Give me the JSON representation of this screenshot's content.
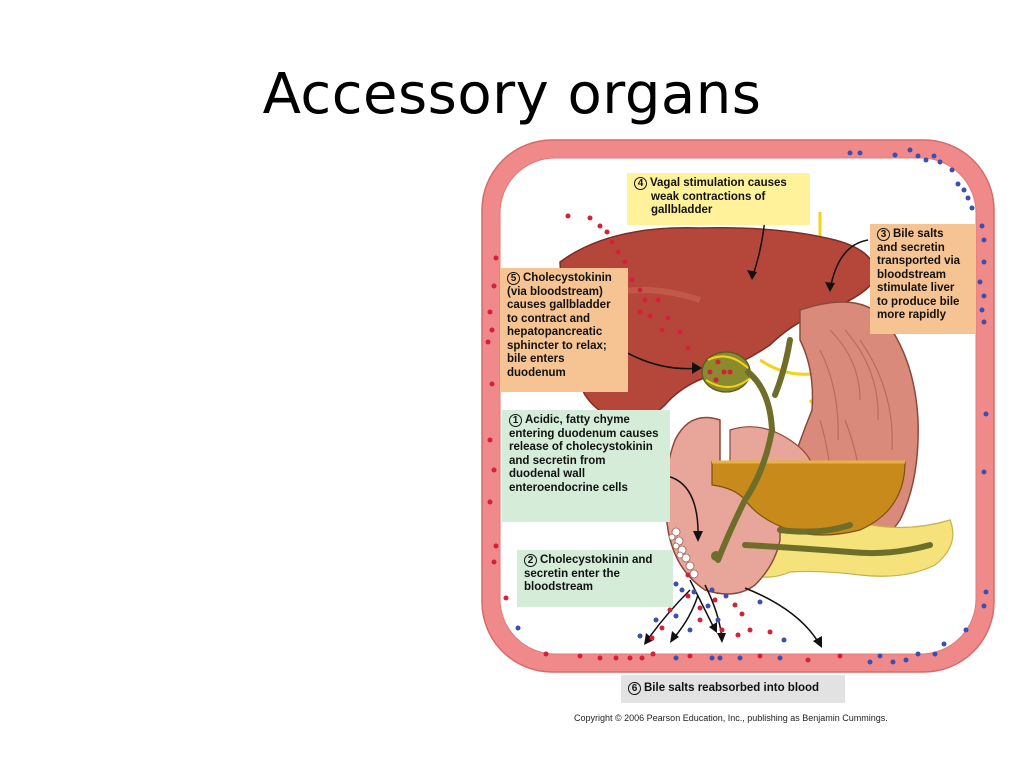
{
  "slide": {
    "title": "Accessory organs"
  },
  "steps": [
    {
      "number": "1",
      "lines": [
        "Acidic, fatty chyme",
        "entering duodenum causes",
        "release of cholecystokinin",
        "and secretin from",
        "duodenal wall",
        "enteroendocrine cells"
      ]
    },
    {
      "number": "2",
      "lines": [
        "Cholecystokinin and",
        "secretin enter the",
        "bloodstream"
      ]
    },
    {
      "number": "3",
      "lines": [
        "Bile salts",
        "and secretin",
        "transported via",
        "bloodstream",
        "stimulate liver",
        "to produce bile",
        "more rapidly"
      ]
    },
    {
      "number": "4",
      "lines": [
        "Vagal stimulation causes",
        "weak contractions of",
        "gallbladder"
      ]
    },
    {
      "number": "5",
      "lines": [
        "Cholecystokinin",
        "(via bloodstream)",
        "causes gallbladder",
        "to contract and",
        "hepatopancreatic",
        "sphincter to relax;",
        "bile enters",
        "duodenum"
      ]
    },
    {
      "number": "6",
      "lines": [
        "Bile salts reabsorbed into blood"
      ]
    }
  ],
  "copyright": "Copyright © 2006 Pearson Education, Inc., publishing as Benjamin Cummings.",
  "colors": {
    "vessel_wall": "#f08a8a",
    "vessel_interior": "#ffffff",
    "red_dot": "#d81f3a",
    "blue_dot": "#3a4fb0",
    "liver": "#b5473a",
    "stomach": "#d98a7a",
    "gallbladder": "#8a8a2e",
    "pancreas": "#f5e27a",
    "bile_duct": "#6e6e2a",
    "nerve": "#f2d21a"
  }
}
